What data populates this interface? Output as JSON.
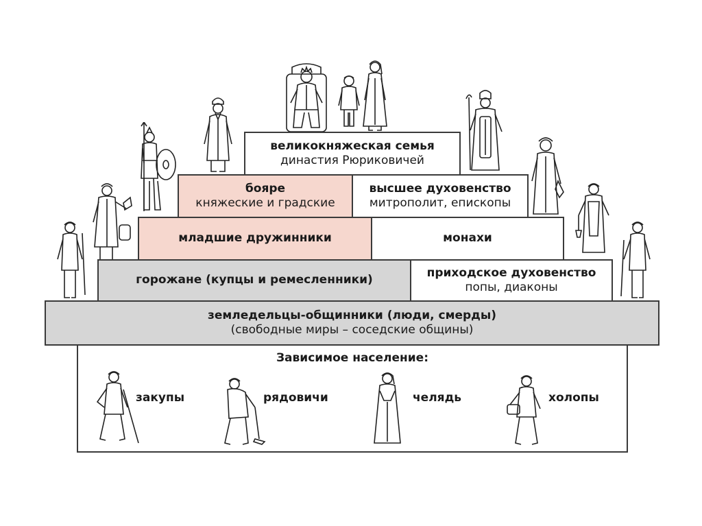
{
  "pyramid": {
    "grand_prince_family": {
      "title": "великокняжеская семья",
      "subtitle": "династия Рюриковичей"
    },
    "boyars": {
      "title": "бояре",
      "subtitle": "княжеские и градские"
    },
    "higher_clergy": {
      "title": "высшее духовенство",
      "subtitle": "митрополит, епископы"
    },
    "junior_retinue": {
      "title": "младшие дружинники"
    },
    "monks": {
      "title": "монахи"
    },
    "townspeople": {
      "title": "горожане (купцы и ремесленники)"
    },
    "parish_clergy": {
      "title": "приходское духовенство",
      "subtitle": "попы, диаконы"
    },
    "farmers": {
      "title": "земледельцы-общинники (люди, смерды)",
      "subtitle": "(свободные миры – соседские общины)"
    },
    "dependent": {
      "title": "Зависимое население:",
      "groups": [
        "закупы",
        "рядовичи",
        "челядь",
        "холопы"
      ]
    }
  },
  "colors": {
    "border": "#3a3a3a",
    "pink_fill": "#f6d7ce",
    "gray_fill": "#d6d6d6",
    "white_fill": "#ffffff"
  }
}
